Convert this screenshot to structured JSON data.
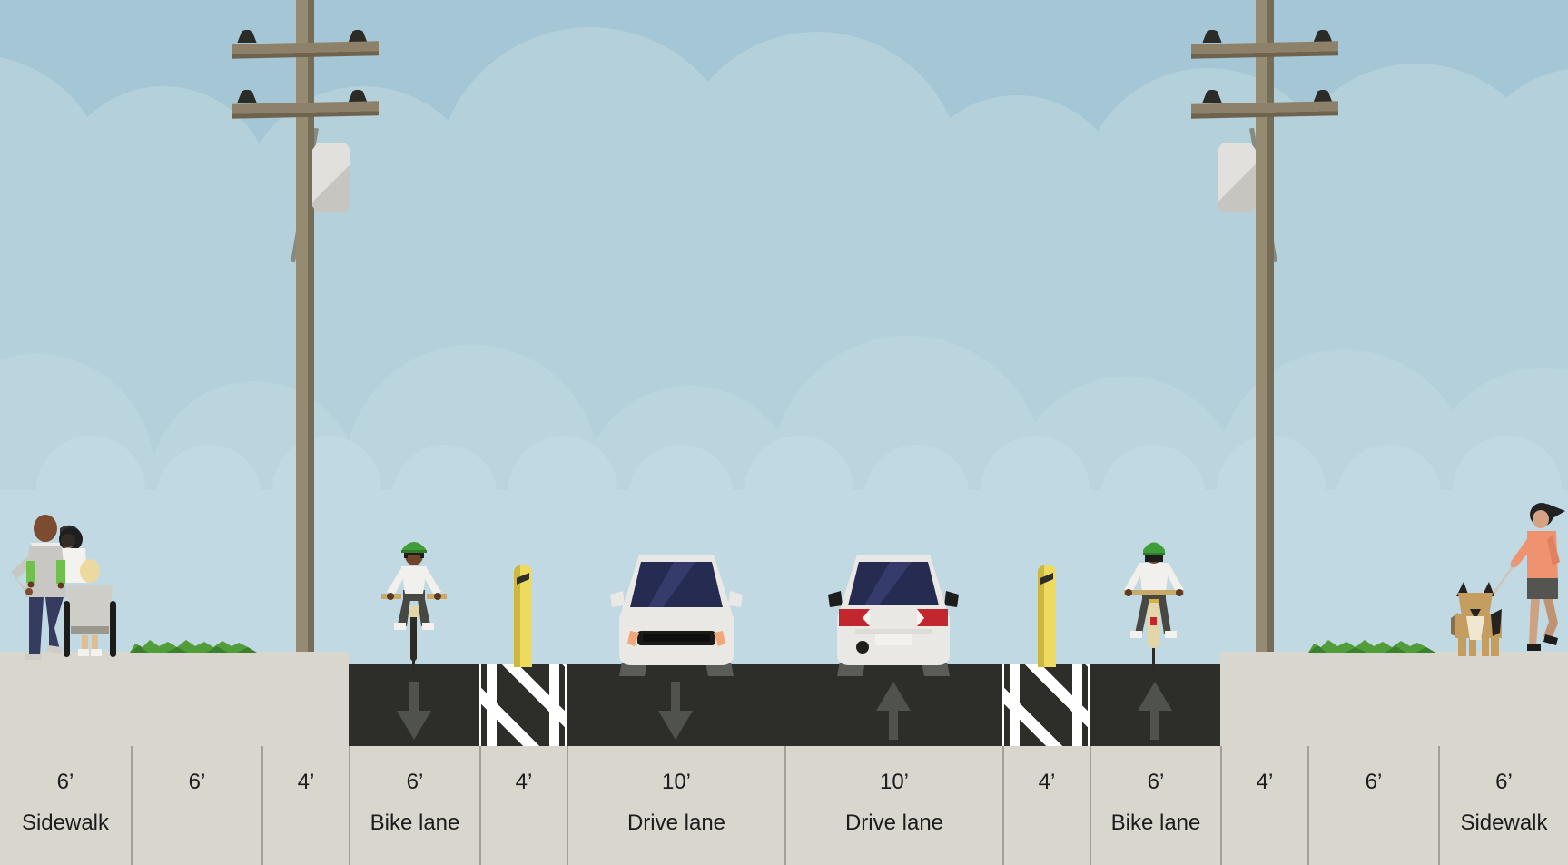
{
  "app": {
    "view": "street-cross-section"
  },
  "street": {
    "segments": [
      {
        "width": "6’",
        "name": "Sidewalk"
      },
      {
        "width": "6’",
        "name": ""
      },
      {
        "width": "4’",
        "name": ""
      },
      {
        "width": "6’",
        "name": "Bike lane"
      },
      {
        "width": "4’",
        "name": ""
      },
      {
        "width": "10’",
        "name": "Drive lane"
      },
      {
        "width": "10’",
        "name": "Drive lane"
      },
      {
        "width": "4’",
        "name": ""
      },
      {
        "width": "6’",
        "name": "Bike lane"
      },
      {
        "width": "4’",
        "name": ""
      },
      {
        "width": "6’",
        "name": ""
      },
      {
        "width": "6’",
        "name": "Sidewalk"
      }
    ]
  },
  "icons": {
    "lane-arrow-down-icon": "filled dark-gray downward arrow painted on asphalt",
    "lane-arrow-up-icon": "filled dark-gray upward arrow painted on asphalt",
    "utility-pole-icon": "brown wooden pole, two crossarms, black insulators, gray transformer box",
    "bollard-icon": "yellow flexible post with black reflective band",
    "buffer-stripes-icon": "white diagonal hatch stripes on dark asphalt",
    "bush-icon": "low jagged green hedge",
    "pedestrian-family-icon": "man carrying child on shoulders",
    "wheelchair-user-icon": "person in wheelchair seen from behind",
    "cyclist-front-icon": "cyclist with green helmet riding toward viewer",
    "cyclist-rear-icon": "cyclist with green helmet riding away from viewer",
    "car-front-icon": "white car facing viewer",
    "car-rear-icon": "white car facing away with red taillights",
    "dog-walker-icon": "person in orange shirt walking a tan dog on leash"
  },
  "colors": {
    "sky_top": "#a4c6d5",
    "cloud_light": "#bbd5df",
    "concrete": "#d9d6ce",
    "asphalt": "#2d2e2a",
    "stripe_white": "#ffffff",
    "ruler_divider": "#a49f98",
    "label_text": "#1c1c1c",
    "arrow_gray": "#50524d",
    "bollard_yellow": "#eeda5f",
    "bush_green": "#519d3a",
    "helmet_green": "#3f9e38",
    "car_white": "#e9e8e4",
    "taillight_red": "#c1272d",
    "pole_brown": "#8d8169"
  }
}
